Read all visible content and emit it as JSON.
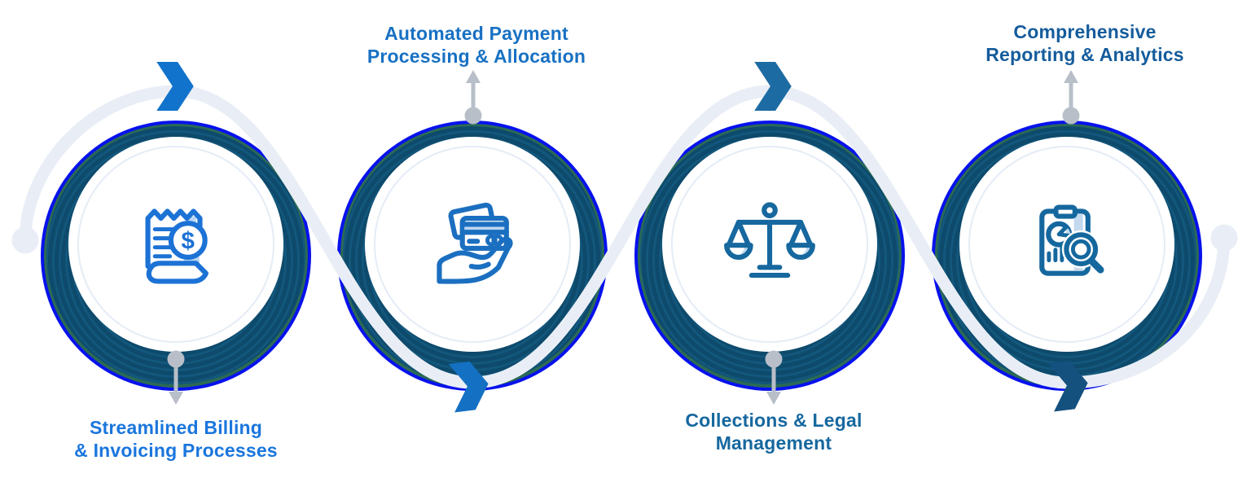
{
  "figure": {
    "type": "process-flow-diagram",
    "background": "#ffffff",
    "wave": {
      "color": "#e9eef6"
    },
    "arrow_color": "#b8bfc8",
    "rings": {
      "outer": "#0712ec",
      "teal": "#2a6a56",
      "dark": "#0d4a6c",
      "dark_alt": "#13577c",
      "inner_ring": "#e4ecf6",
      "fill": "#ffffff"
    },
    "steps": [
      {
        "index": 1,
        "label_line1": "Streamlined Billing",
        "label_line2": "& Invoicing Processes",
        "label_position": "below",
        "label_color": "#1a76dd",
        "icon": "billing-invoice-icon",
        "icon_glyph": "$",
        "icon_color": "#1c72d5",
        "icon_accent": "#bcd6f2",
        "chevron_position": "top",
        "chevron_color": "#1273cc"
      },
      {
        "index": 2,
        "label_line1": "Automated Payment",
        "label_line2": "Processing & Allocation",
        "label_position": "above",
        "label_color": "#1871c3",
        "icon": "payment-hand-cards-icon",
        "icon_color": "#1b6fc0",
        "icon_accent": "#bcd6f2",
        "chevron_position": "bottom",
        "chevron_color": "#1470c2"
      },
      {
        "index": 3,
        "label_line1": "Collections & Legal",
        "label_line2": "Management",
        "label_position": "below",
        "label_color": "#16689f",
        "icon": "legal-scales-icon",
        "icon_color": "#16689e",
        "icon_accent": "#c3d9ee",
        "chevron_position": "top",
        "chevron_color": "#1d6ba3"
      },
      {
        "index": 4,
        "label_line1": "Comprehensive",
        "label_line2": "Reporting & Analytics",
        "label_position": "above",
        "label_color": "#155c9c",
        "icon": "report-analytics-icon",
        "icon_color": "#15689e",
        "icon_accent": "#c3d9ee",
        "chevron_position": "bottom",
        "chevron_color": "#14517e"
      }
    ]
  }
}
